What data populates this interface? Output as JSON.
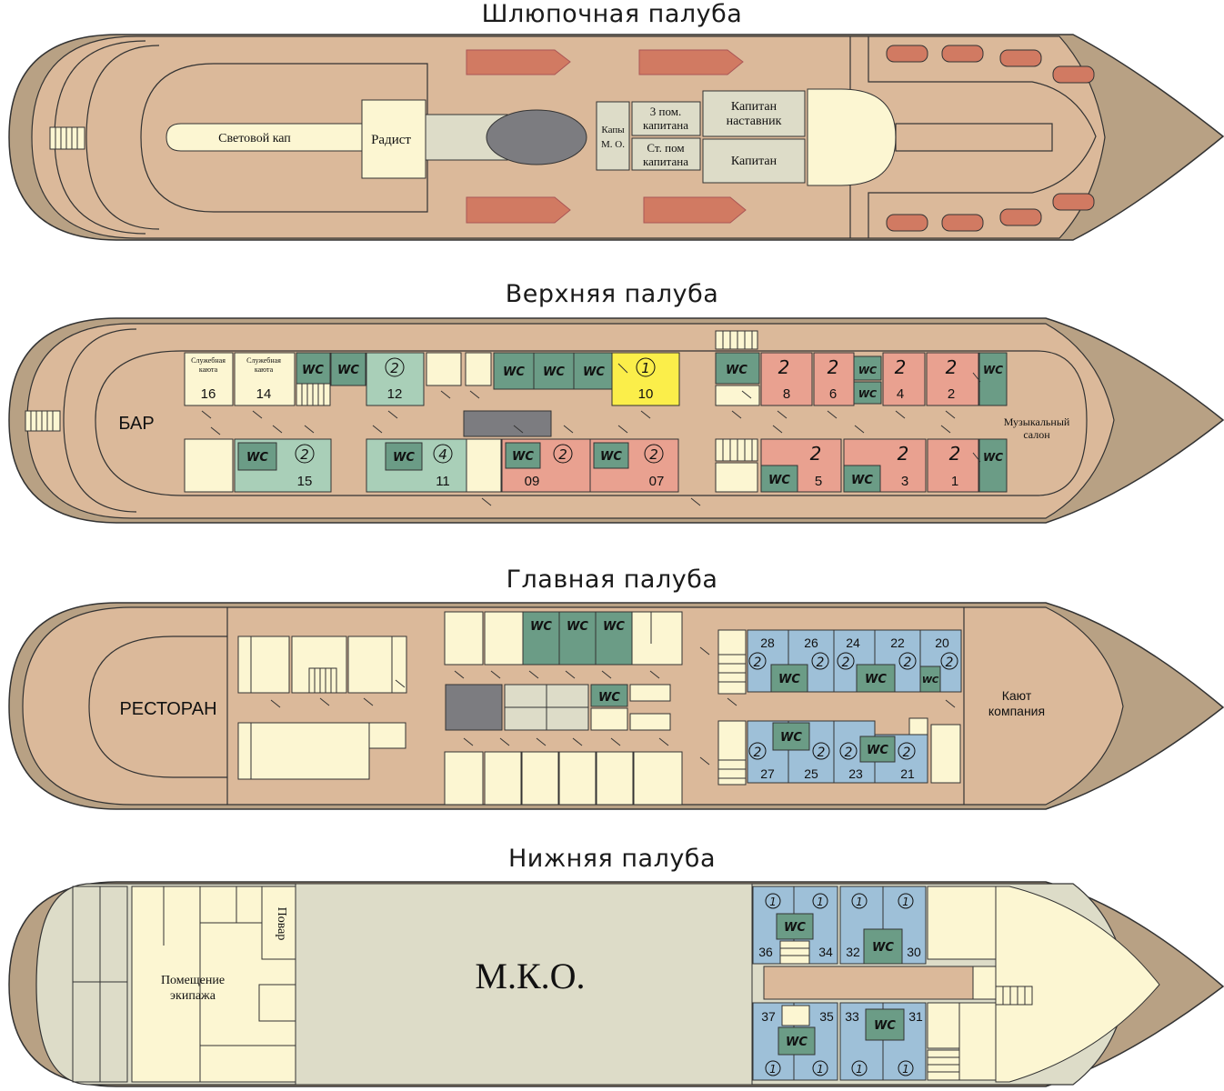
{
  "decks": {
    "boat": {
      "title": "Шлюпочная палуба",
      "labels": {
        "skylight": "Световой кап",
        "radio": "Радист",
        "capy": "Капы",
        "mo": "М. О.",
        "mate3_a": "3 пом.",
        "mate3_b": "капитана",
        "chiefmate_a": "Ст. пом",
        "chiefmate_b": "капитана",
        "mentor_a": "Капитан",
        "mentor_b": "наставник",
        "captain": "Капитан"
      }
    },
    "upper": {
      "title": "Верхняя палуба",
      "bar": "БАР",
      "service_a": "Служебная",
      "service_b": "каюта",
      "music_a": "Музыкальный",
      "music_b": "салон",
      "wc": "WC",
      "cabins": {
        "c16": "16",
        "c14": "14",
        "c12": "12",
        "c10": "10",
        "c8": "8",
        "c6": "6",
        "c4": "4",
        "c2": "2",
        "c15": "15",
        "c11": "11",
        "c09": "09",
        "c07": "07",
        "c5": "5",
        "c3": "3",
        "c1": "1"
      },
      "berths": {
        "two": "2",
        "one": "1",
        "four": "4"
      }
    },
    "main": {
      "title": "Главная палуба",
      "restaurant": "РЕСТОРАН",
      "saloon_a": "Кают",
      "saloon_b": "компания",
      "wc": "WC",
      "cabins": {
        "c28": "28",
        "c26": "26",
        "c24": "24",
        "c22": "22",
        "c20": "20",
        "c27": "27",
        "c25": "25",
        "c23": "23",
        "c21": "21"
      },
      "berths": {
        "two": "2"
      }
    },
    "lower": {
      "title": "Нижняя палуба",
      "engine": "М.К.О.",
      "crew_a": "Помещение",
      "crew_b": "экипажа",
      "cook": "Повар",
      "wc": "WC",
      "cabins": {
        "c36": "36",
        "c34": "34",
        "c32": "32",
        "c30": "30",
        "c37": "37",
        "c35": "35",
        "c33": "33",
        "c31": "31"
      },
      "berths": {
        "one": "1"
      }
    }
  },
  "colors": {
    "hull_outer": "#b8a184",
    "hull_inner": "#dbb99a",
    "cream": "#fcf6d2",
    "green": "#a9cfb8",
    "wc_green": "#6b9c86",
    "pink": "#e9a190",
    "yellow": "#fbee4a",
    "blue": "#9ec0d8",
    "gray": "#7c7c80",
    "boat": "#d17a62",
    "engine": "#ddddc9"
  }
}
